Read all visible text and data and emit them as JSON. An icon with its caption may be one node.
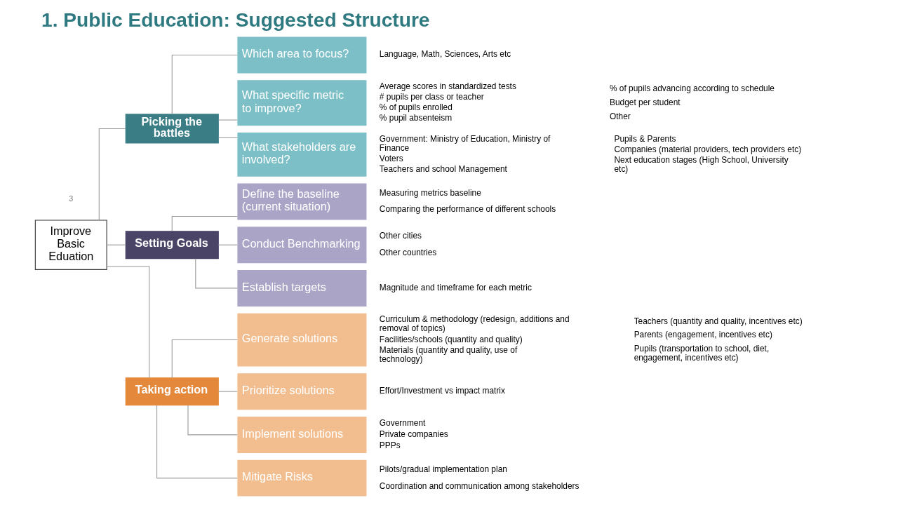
{
  "diagram": {
    "title": "1. Public Education: Suggested Structure",
    "nodes": [
      {
        "text": [
          "Improve Basic Eduation"
        ]
      },
      {
        "text": [
          "Picking the battles"
        ]
      },
      {
        "text": [
          "Which area to focus?"
        ],
        "beside": [
          "Language, Math, Sciences, Arts etc"
        ]
      },
      {
        "text": [
          "What specific metric to improve?"
        ],
        "beside": [
          "Average scores in standardized tests",
          "# pupils per class or teacher",
          "% of pupils enrolled",
          "% pupil absenteism",
          "% of pupils advancing according to schedule",
          "Budget per student",
          "Other"
        ]
      },
      {
        "text": [
          "What stakeholders are involved?"
        ],
        "beside": [
          "Government: Ministry of Education, Ministry of Finance",
          "Voters",
          "Teachers and school Management",
          "Pupils & Parents",
          "Companies (material providers, tech providers etc)",
          "Next education stages (High School, University etc)"
        ]
      },
      {
        "text": [
          "Setting Goals"
        ]
      },
      {
        "text": [
          "Define the baseline (current situation)"
        ],
        "beside": [
          "Measuring metrics baseline",
          "Comparing the performance of different schools"
        ]
      },
      {
        "text": [
          "Conduct Benchmarking"
        ],
        "beside": [
          "Other cities",
          "Other countries"
        ]
      },
      {
        "text": [
          "Establish targets"
        ],
        "beside": [
          "Magnitude and timeframe for each metric"
        ]
      },
      {
        "text": [
          "Taking action"
        ]
      },
      {
        "text": [
          "Generate solutions"
        ],
        "beside": [
          "Curriculum & methodology (redesign, additions and removal of topics)",
          "Facilities/schools (quantity and quality)",
          "Materials (quantity and quality, use of technology)",
          "Teachers (quantity and quality, incentives etc)",
          "Parents (engagement, incentives etc)",
          "Pupils (transportation to school, diet, engagement, incentives etc)"
        ]
      },
      {
        "text": [
          "Prioritize solutions"
        ],
        "beside": [
          "Effort/Investment vs impact matrix"
        ]
      },
      {
        "text": [
          "Implement solutions"
        ],
        "beside": [
          "Government",
          "Private companies",
          "PPPs"
        ]
      },
      {
        "text": [
          "Mitigate Risks"
        ],
        "beside": [
          "Pilots/gradual implementation plan",
          "Coordination and communication among stakeholders"
        ]
      }
    ],
    "edges": [
      {
        "from": 0,
        "to": 1,
        "arrow": "none"
      },
      {
        "from": 0,
        "to": 5,
        "arrow": "none"
      },
      {
        "from": 0,
        "to": 9,
        "arrow": "none"
      },
      {
        "from": 1,
        "to": 2,
        "arrow": "none"
      },
      {
        "from": 1,
        "to": 3,
        "arrow": "none"
      },
      {
        "from": 1,
        "to": 4,
        "arrow": "none"
      },
      {
        "from": 5,
        "to": 6,
        "arrow": "none"
      },
      {
        "from": 5,
        "to": 7,
        "arrow": "none"
      },
      {
        "from": 5,
        "to": 8,
        "arrow": "none"
      },
      {
        "from": 9,
        "to": 10,
        "arrow": "none"
      },
      {
        "from": 9,
        "to": 11,
        "arrow": "none"
      },
      {
        "from": 9,
        "to": 12,
        "arrow": "none"
      },
      {
        "from": 9,
        "to": 13,
        "arrow": "none"
      }
    ],
    "labels": [
      "3"
    ]
  }
}
